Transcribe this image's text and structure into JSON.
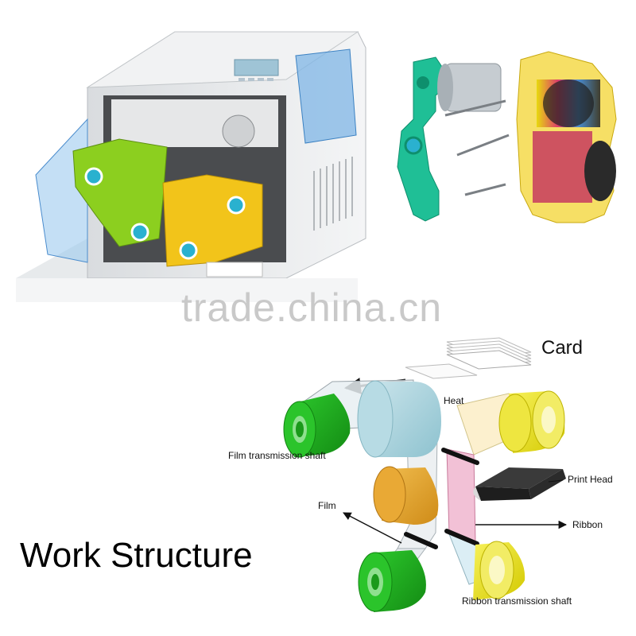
{
  "watermark": "trade.china.cn",
  "title": "Work Structure",
  "labels": {
    "card": "Card",
    "heat": "Heat",
    "film_shaft": "Film transmission shaft",
    "print_head": "Print Head",
    "film": "Film",
    "ribbon": "Ribbon",
    "ribbon_shaft": "Ribbon transmission shaft"
  },
  "colors": {
    "green": "#1aa81a",
    "yellow": "#e8e000",
    "orange": "#e3a22c",
    "lightblue": "#a9d3dc",
    "teal": "#22b58a",
    "pink": "#f0b6cf"
  },
  "icons": [
    "printer-photo",
    "ribbon-cartridge-photo",
    "card-stack-icon",
    "arrow-icon"
  ]
}
